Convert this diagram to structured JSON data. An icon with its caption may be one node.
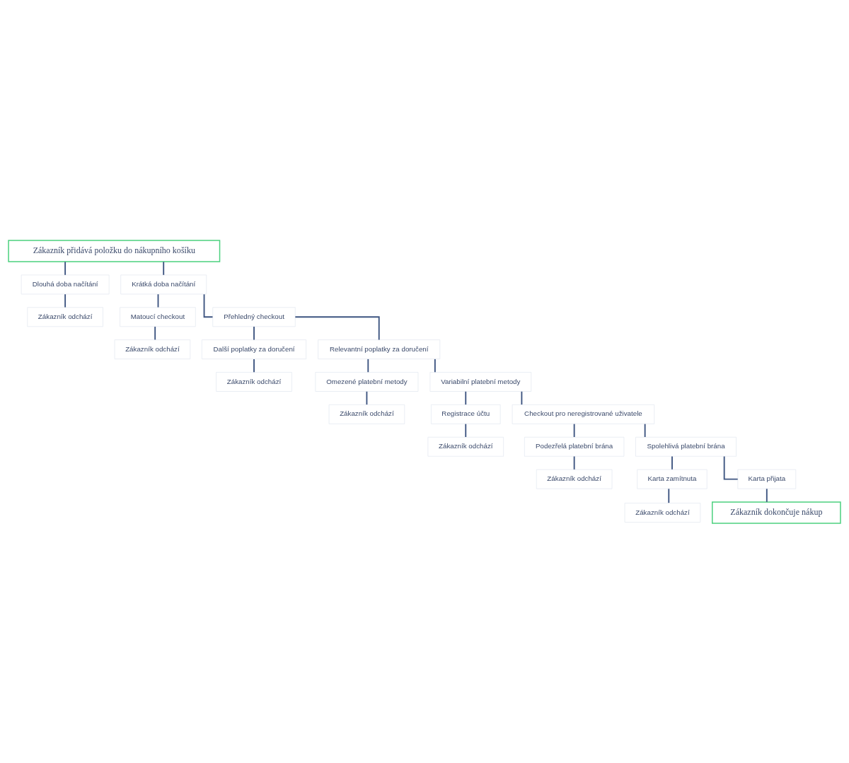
{
  "diagram": {
    "nodes": [
      {
        "text": [
          "Zákazník přidává položku do nákupního košíku"
        ]
      },
      {
        "text": [
          "Dlouhá doba načítání"
        ]
      },
      {
        "text": [
          "Krátká doba načítání"
        ]
      },
      {
        "text": [
          "Zákazník odchází"
        ]
      },
      {
        "text": [
          "Matoucí checkout"
        ]
      },
      {
        "text": [
          "Přehledný checkout"
        ]
      },
      {
        "text": [
          "Zákazník odchází"
        ]
      },
      {
        "text": [
          "Další poplatky za doručení"
        ]
      },
      {
        "text": [
          "Relevantní poplatky za doručení"
        ]
      },
      {
        "text": [
          "Zákazník odchází"
        ]
      },
      {
        "text": [
          "Omezené platební metody"
        ]
      },
      {
        "text": [
          "Variabilní platební metody"
        ]
      },
      {
        "text": [
          "Zákazník odchází"
        ]
      },
      {
        "text": [
          "Registrace účtu"
        ]
      },
      {
        "text": [
          "Checkout pro neregistrované uživatele"
        ]
      },
      {
        "text": [
          "Zákazník odchází"
        ]
      },
      {
        "text": [
          "Podezřelá platební brána"
        ]
      },
      {
        "text": [
          "Spolehlivá platební brána"
        ]
      },
      {
        "text": [
          "Zákazník odchází"
        ]
      },
      {
        "text": [
          "Karta zamítnuta"
        ]
      },
      {
        "text": [
          "Karta přijata"
        ]
      },
      {
        "text": [
          "Zákazník odchází"
        ]
      },
      {
        "text": [
          "Zákazník dokončuje nákup"
        ]
      }
    ],
    "edges": [
      {
        "from": 0,
        "to": 1,
        "arrow": "none"
      },
      {
        "from": 0,
        "to": 2,
        "arrow": "none"
      },
      {
        "from": 1,
        "to": 3,
        "arrow": "none"
      },
      {
        "from": 2,
        "to": 4,
        "arrow": "none"
      },
      {
        "from": 2,
        "to": 5,
        "arrow": "none"
      },
      {
        "from": 4,
        "to": 6,
        "arrow": "none"
      },
      {
        "from": 5,
        "to": 7,
        "arrow": "none"
      },
      {
        "from": 5,
        "to": 8,
        "arrow": "none"
      },
      {
        "from": 7,
        "to": 9,
        "arrow": "none"
      },
      {
        "from": 8,
        "to": 10,
        "arrow": "none"
      },
      {
        "from": 8,
        "to": 11,
        "arrow": "none"
      },
      {
        "from": 10,
        "to": 12,
        "arrow": "none"
      },
      {
        "from": 11,
        "to": 13,
        "arrow": "none"
      },
      {
        "from": 11,
        "to": 14,
        "arrow": "none"
      },
      {
        "from": 13,
        "to": 15,
        "arrow": "none"
      },
      {
        "from": 14,
        "to": 16,
        "arrow": "none"
      },
      {
        "from": 14,
        "to": 17,
        "arrow": "none"
      },
      {
        "from": 16,
        "to": 18,
        "arrow": "none"
      },
      {
        "from": 17,
        "to": 19,
        "arrow": "none"
      },
      {
        "from": 17,
        "to": 20,
        "arrow": "none"
      },
      {
        "from": 19,
        "to": 21,
        "arrow": "none"
      },
      {
        "from": 20,
        "to": 22,
        "arrow": "none"
      }
    ]
  }
}
